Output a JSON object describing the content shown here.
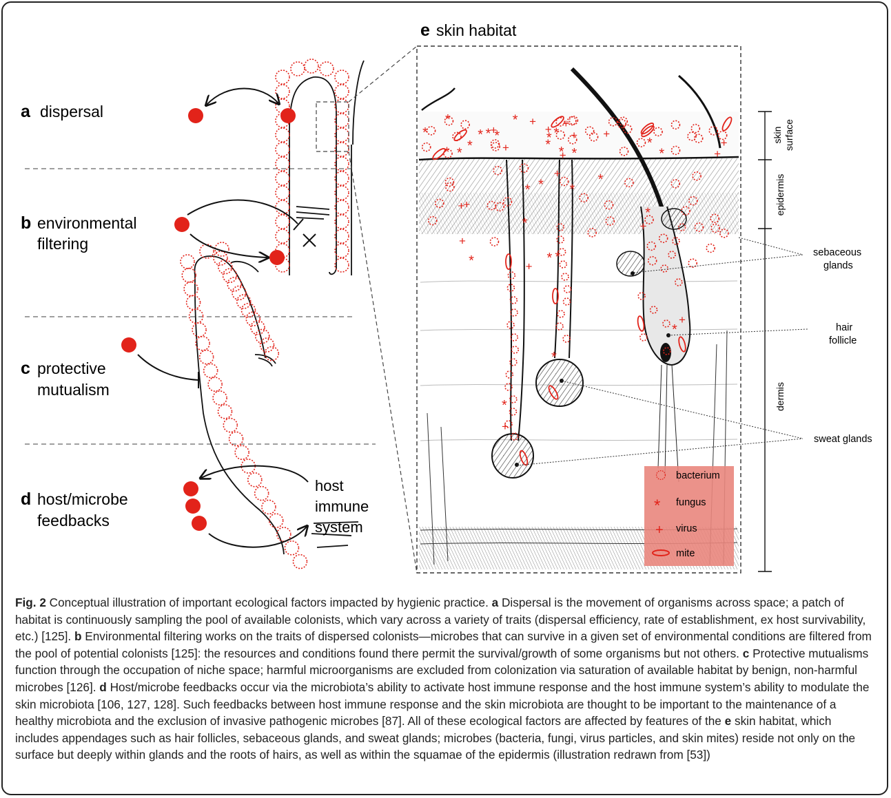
{
  "panels": {
    "a": {
      "letter": "a",
      "label": "dispersal"
    },
    "b": {
      "letter": "b",
      "label1": "environmental",
      "label2": "filtering"
    },
    "c": {
      "letter": "c",
      "label1": "protective",
      "label2": "mutualism"
    },
    "d": {
      "letter": "d",
      "label1": "host/microbe",
      "label2": "feedbacks"
    },
    "e": {
      "letter": "e",
      "label": "skin habitat"
    }
  },
  "host_immune": [
    "host",
    "immune",
    "system"
  ],
  "layers": {
    "skin_surface": [
      "skin",
      "surface"
    ],
    "epidermis": "epidermis",
    "dermis": "dermis"
  },
  "structures": {
    "sebaceous": [
      "sebaceous",
      "glands"
    ],
    "hair": [
      "hair",
      "follicle"
    ],
    "sweat": "sweat glands"
  },
  "legend": {
    "bacterium": "bacterium",
    "fungus": "fungus",
    "virus": "virus",
    "mite": "mite"
  },
  "colors": {
    "microbe_red": "#e2231a",
    "legend_bg": "#e9867d"
  },
  "caption": {
    "fig_label": "Fig. 2",
    "intro": "Conceptual illustration of important ecological factors impacted by hygienic practice.",
    "a_letter": "a",
    "a_text": "Dispersal is the movement of organisms across space; a patch of habitat is continuously sampling the pool of available colonists, which vary across a variety of traits (dispersal efficiency, rate of establishment, ex host survivability, etc.) [125].",
    "b_letter": "b",
    "b_text": "Environmental filtering works on the traits of dispersed colonists—microbes that can survive in a given set of environmental conditions are filtered from the pool of potential colonists [125]: the resources and conditions found there permit the survival/growth of some organisms but not others.",
    "c_letter": "c",
    "c_text": "Protective mutualisms function through the occupation of niche space; harmful microorganisms are excluded from colonization via saturation of available habitat by benign, non-harmful microbes [126].",
    "d_letter": "d",
    "d_text": "Host/microbe feedbacks occur via the microbiota’s ability to activate host immune response and the host immune system’s ability to modulate the skin microbiota [106, 127, 128]. Such feedbacks between host immune response and the skin microbiota are thought to be important to the maintenance of a healthy microbiota and the exclusion of invasive pathogenic microbes [87]. All of these ecological factors are affected by features of the",
    "e_letter": "e",
    "e_text": "skin habitat, which includes appendages such as hair follicles, sebaceous glands, and sweat glands; microbes (bacteria, fungi, virus particles, and skin mites) reside not only on the surface but deeply within glands and the roots of hairs, as well as within the squamae of the epidermis (illustration redrawn from [53])"
  }
}
